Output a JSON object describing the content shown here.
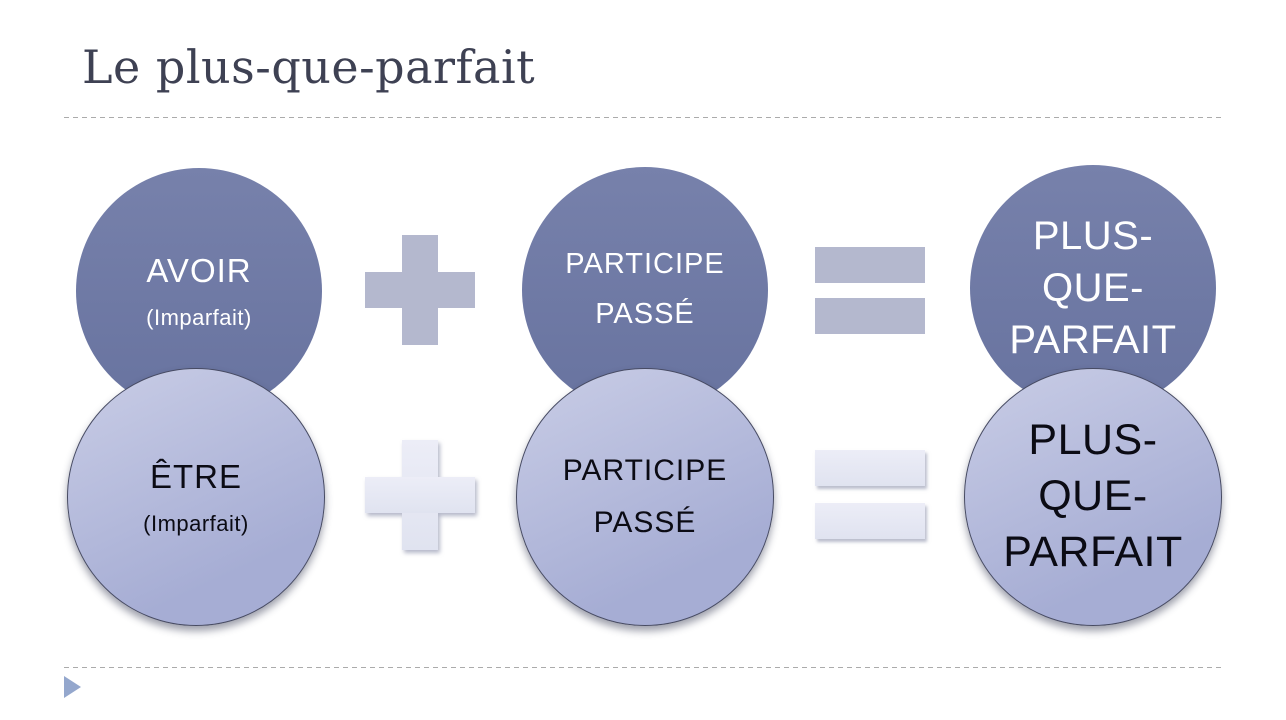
{
  "slide": {
    "title": "Le plus-que-parfait",
    "diagram": {
      "rows": [
        {
          "id": "avoir-equation",
          "operand1": {
            "label": "AVOIR",
            "sublabel": "(Imparfait)"
          },
          "plus_operator": "+",
          "operand2": {
            "line1": "PARTICIPE",
            "line2": "PASSÉ"
          },
          "equals_operator": "=",
          "result": {
            "line1": "PLUS-",
            "line2": "QUE-",
            "line3": "PARFAIT"
          }
        },
        {
          "id": "etre-equation",
          "operand1": {
            "label": "ÊTRE",
            "sublabel": "(Imparfait)"
          },
          "plus_operator": "+",
          "operand2": {
            "line1": "PARTICIPE",
            "line2": "PASSÉ"
          },
          "equals_operator": "=",
          "result": {
            "line1": "PLUS-",
            "line2": "QUE-",
            "line3": "PARFAIT"
          }
        }
      ]
    },
    "colors": {
      "title-color": "#3e4153",
      "circle-dark": "#6a75a1",
      "circle-dark-hi": "#7781ab",
      "circle-light": "#a6add4",
      "circle-light-hi": "#c9cde6",
      "circle-light-border": "#474b63",
      "operator": "#b4b8ce",
      "operator-light": "#e0e3f0",
      "operator-light-hi": "#ecedf7",
      "rule": "#ababab",
      "arrow": "#94a7cd",
      "text-light": "#ffffff",
      "text-dark": "#0b0b14"
    }
  }
}
